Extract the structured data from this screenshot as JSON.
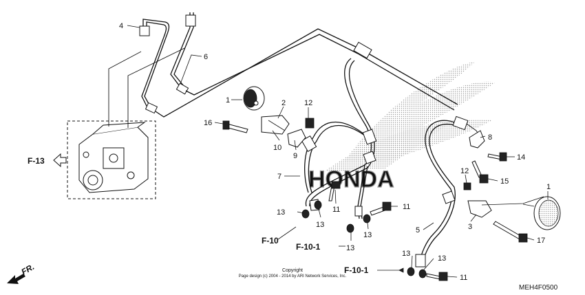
{
  "diagram": {
    "code": "MEH4F0500",
    "copyright_line1": "Copyright",
    "copyright_line2": "Page design (c) 2004 - 2014 by ARI Network Services, Inc.",
    "watermark": "HONDA",
    "direction_label": "FR.",
    "part_labels": [
      {
        "id": "p1a",
        "text": "1"
      },
      {
        "id": "p1b",
        "text": "1"
      },
      {
        "id": "p2",
        "text": "2"
      },
      {
        "id": "p3",
        "text": "3"
      },
      {
        "id": "p4",
        "text": "4"
      },
      {
        "id": "p5",
        "text": "5"
      },
      {
        "id": "p6",
        "text": "6"
      },
      {
        "id": "p7",
        "text": "7"
      },
      {
        "id": "p8",
        "text": "8"
      },
      {
        "id": "p9",
        "text": "9"
      },
      {
        "id": "p10",
        "text": "10"
      },
      {
        "id": "p11a",
        "text": "11"
      },
      {
        "id": "p11b",
        "text": "11"
      },
      {
        "id": "p11c",
        "text": "11"
      },
      {
        "id": "p12a",
        "text": "12"
      },
      {
        "id": "p12b",
        "text": "12"
      },
      {
        "id": "p13a",
        "text": "13"
      },
      {
        "id": "p13b",
        "text": "13"
      },
      {
        "id": "p13c",
        "text": "13"
      },
      {
        "id": "p13d",
        "text": "13"
      },
      {
        "id": "p13e",
        "text": "13"
      },
      {
        "id": "p13f",
        "text": "13"
      },
      {
        "id": "p14",
        "text": "14"
      },
      {
        "id": "p15",
        "text": "15"
      },
      {
        "id": "p16",
        "text": "16"
      },
      {
        "id": "p17",
        "text": "17"
      }
    ],
    "references": [
      {
        "id": "f13",
        "text": "F-13"
      },
      {
        "id": "f10",
        "text": "F-10"
      },
      {
        "id": "f101a",
        "text": "F-10-1"
      },
      {
        "id": "f101b",
        "text": "F-10-1"
      }
    ]
  }
}
